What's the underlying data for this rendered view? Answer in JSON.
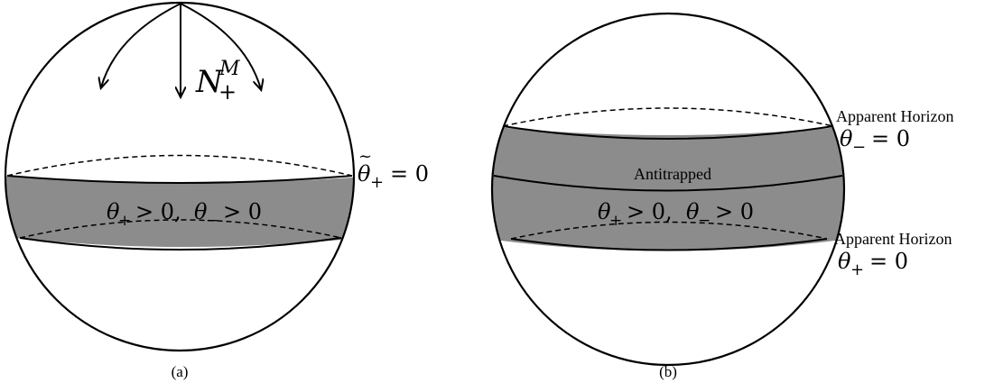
{
  "panel_a": {
    "caption": "(a)",
    "normal_label": {
      "main": "N",
      "sup": "M",
      "sub": "+"
    },
    "horizon_label": {
      "theta": "θ",
      "tilde": "~",
      "sub": "+",
      "rest": "= 0"
    },
    "band_label": {
      "t1": "θ",
      "s1": "+",
      "r1": "> 0,",
      "t2": "θ",
      "s2": "−",
      "r2": "> 0"
    }
  },
  "panel_b": {
    "caption": "(b)",
    "antitrapped_label": "Antitrapped",
    "band_label": {
      "t1": "θ",
      "s1": "+",
      "r1": "> 0,",
      "t2": "θ",
      "s2": "−",
      "r2": "> 0"
    },
    "upper_horizon": {
      "title": "Apparent Horizon",
      "theta": "θ",
      "sub": "−",
      "rest": "= 0"
    },
    "lower_horizon": {
      "title": "Apparent Horizon",
      "theta": "θ",
      "sub": "+",
      "rest": "= 0"
    }
  },
  "colors": {
    "band_fill": "#8c8c8c",
    "stroke": "#000000",
    "background": "#ffffff"
  }
}
